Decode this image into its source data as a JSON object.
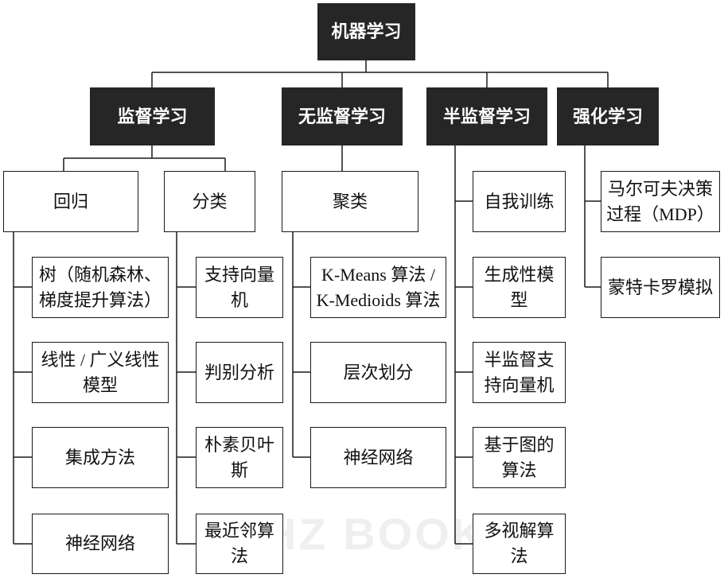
{
  "root": {
    "label": "机器学习"
  },
  "categories": [
    {
      "label": "监督学习",
      "children": [
        {
          "label": "回归",
          "items": [
            "树（随机森林、梯度提升算法）",
            "线性 / 广义线性模型",
            "集成方法",
            "神经网络"
          ]
        },
        {
          "label": "分类",
          "items": [
            "支持向量机",
            "判别分析",
            "朴素贝叶斯",
            "最近邻算法"
          ]
        }
      ]
    },
    {
      "label": "无监督学习",
      "children": [
        {
          "label": "聚类",
          "items": [
            "K-Means 算法 / K-Medioids 算法",
            "层次划分",
            "神经网络"
          ]
        }
      ]
    },
    {
      "label": "半监督学习",
      "items": [
        "自我训练",
        "生成性模型",
        "半监督支持向量机",
        "基于图的算法",
        "多视解算法"
      ]
    },
    {
      "label": "强化学习",
      "items": [
        "马尔可夫决策过程（MDP）",
        "蒙特卡罗模拟"
      ]
    }
  ],
  "watermark": "HZ BOOKS",
  "colors": {
    "dark_node": "#262626",
    "line": "#1a1a1a"
  }
}
